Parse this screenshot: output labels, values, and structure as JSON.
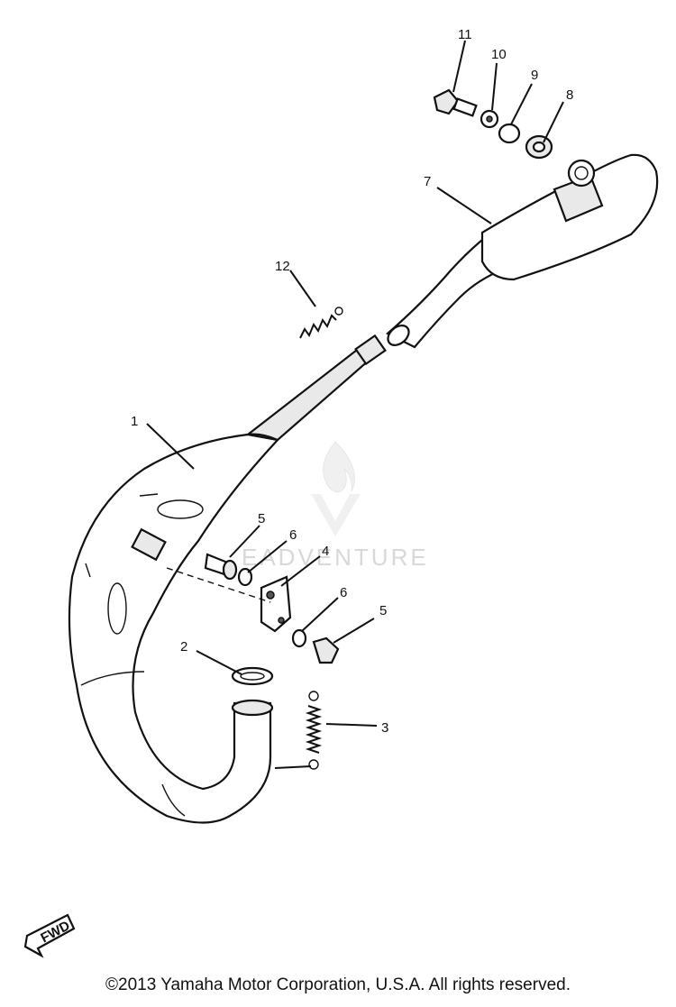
{
  "callouts": {
    "c1": "1",
    "c2": "2",
    "c3": "3",
    "c4": "4",
    "c5a": "5",
    "c5b": "5",
    "c6a": "6",
    "c6b": "6",
    "c7": "7",
    "c8": "8",
    "c9": "9",
    "c10": "10",
    "c11": "11",
    "c12": "12"
  },
  "fwd_label": "FWD",
  "watermark": "EADVENTURE",
  "copyright": "©2013 Yamaha Motor Corporation, U.S.A. All rights reserved."
}
